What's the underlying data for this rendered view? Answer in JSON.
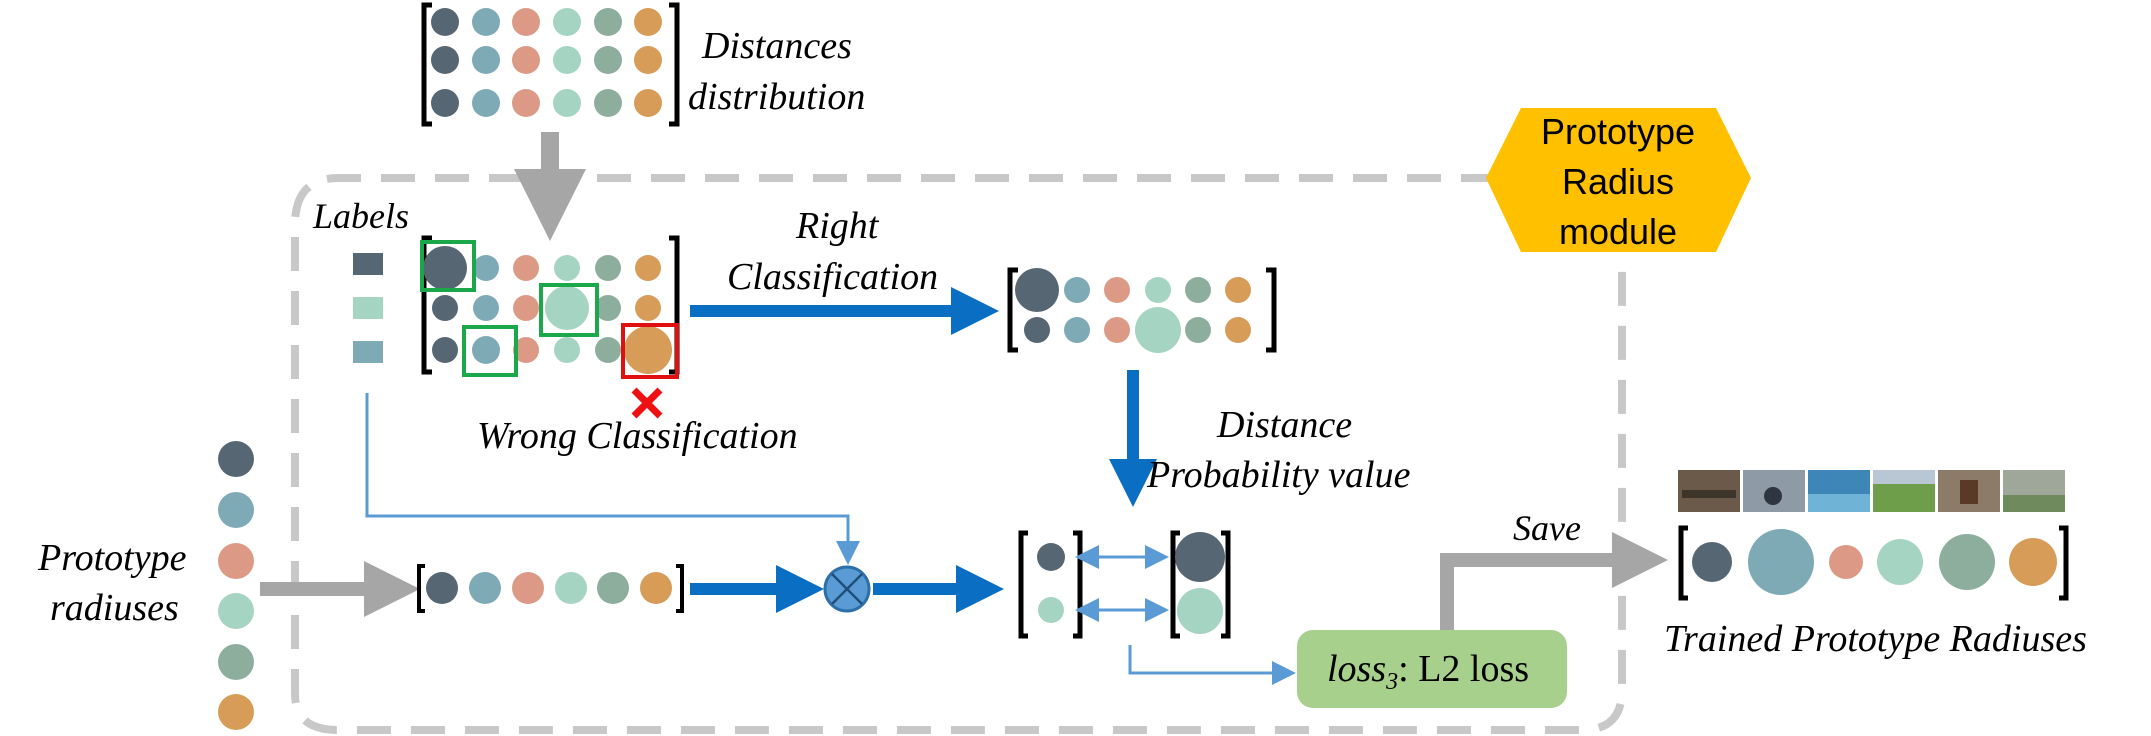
{
  "labels": {
    "distances_line1": "Distances",
    "distances_line2": "distribution",
    "labels_title": "Labels",
    "right_line1": "Right",
    "right_line2": "Classification",
    "wrong": "Wrong Classification",
    "distance_prob_line1": "Distance",
    "distance_prob_line2": "Probability value",
    "prototype_radiuses_line1": "Prototype",
    "prototype_radiuses_line2": "radiuses",
    "save": "Save",
    "trained": "Trained Prototype Radiuses",
    "module_line1": "Prototype",
    "module_line2": "Radius",
    "module_line3": "module",
    "loss_main": "loss",
    "loss_sub": "3",
    "loss_rest": ": L2 loss"
  },
  "colors": {
    "c1": "#566673",
    "c2": "#7daab5",
    "c3": "#dc9a86",
    "c4": "#a6d4c2",
    "c5": "#8eae9d",
    "c6": "#d69c58",
    "flow_arrow": "#0a6fc2",
    "thin_arrow": "#5b9bd5",
    "gray_arrow": "#a6a6a6",
    "dashed_border": "#c8c8c8",
    "correct_box": "#1ba84a",
    "wrong_box": "#e01010",
    "wrong_mark": "#ee1111",
    "module_hex": "#ffc000",
    "loss_box": "#a7d08c"
  },
  "icons": {
    "combine": "circled-x-icon",
    "wrong": "red-x-icon",
    "photos": "video-thumbnails"
  }
}
